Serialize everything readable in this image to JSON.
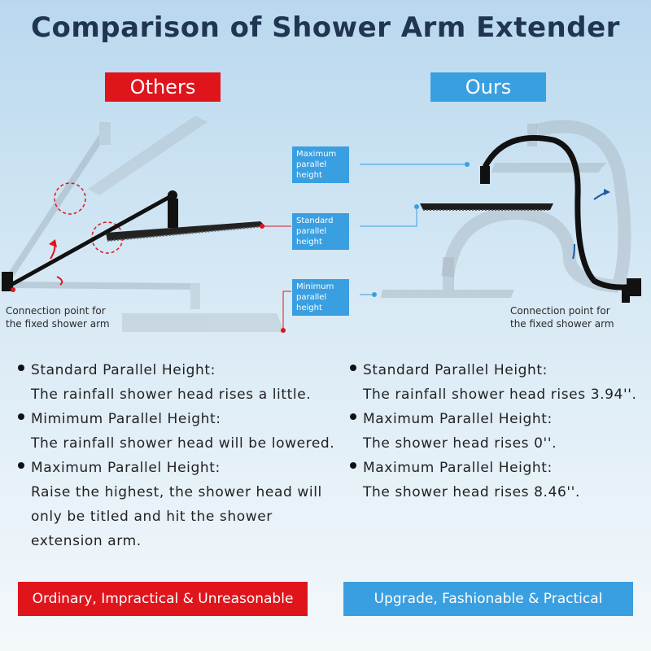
{
  "title": "Comparison of Shower Arm Extender",
  "tags": {
    "others": "Others",
    "ours": "Ours"
  },
  "callouts": {
    "maximum": "Maximum parallel height",
    "standard": "Standard parallel height",
    "minimum": "Minimum parallel height"
  },
  "connection_label": "Connection point for the fixed shower arm",
  "others_points": [
    {
      "head": "Standard Parallel Height:",
      "desc": "The rainfall shower head rises a little."
    },
    {
      "head": "Mimimum Parallel Height:",
      "desc": "The rainfall shower head will be lowered."
    },
    {
      "head": "Maximum Parallel Height:",
      "desc": "Raise the highest, the shower head will only be titled and hit the shower extension arm."
    }
  ],
  "ours_points": [
    {
      "head": "Standard Parallel Height:",
      "desc": "The rainfall shower head rises 3.94''."
    },
    {
      "head": "Maximum Parallel Height:",
      "desc": "The shower head rises 0''."
    },
    {
      "head": "Maximum Parallel Height:",
      "desc": "The shower head rises 8.46''."
    }
  ],
  "buttons": {
    "others": "Ordinary, Impractical & Unreasonable",
    "ours": "Upgrade, Fashionable & Practical"
  },
  "colors": {
    "red": "#e0141b",
    "blue": "#3a9fe0",
    "title": "#1f3552"
  }
}
